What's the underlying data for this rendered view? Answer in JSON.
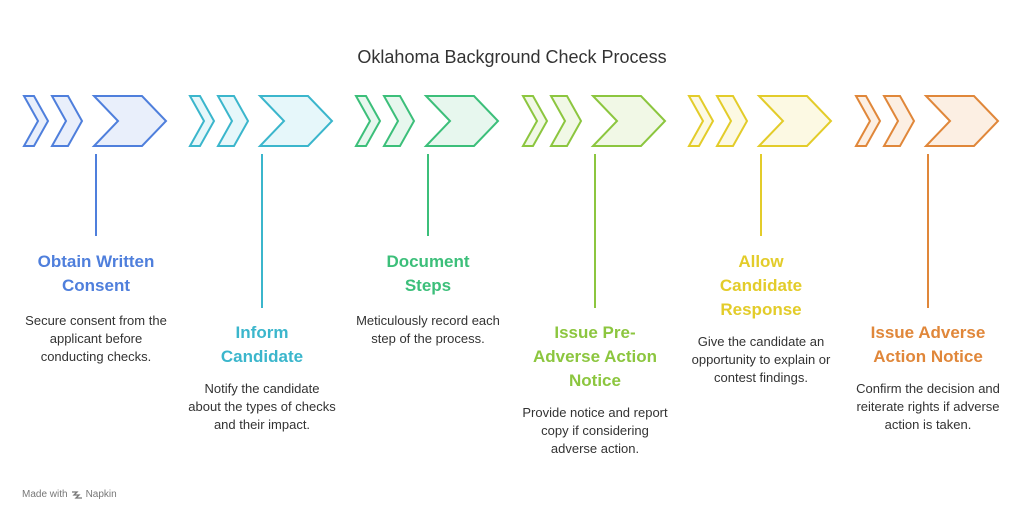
{
  "title": "Oklahoma Background Check Process",
  "steps": [
    {
      "heading": "Obtain Written Consent",
      "description": "Secure consent from the applicant before conducting checks.",
      "color": "#4f7fdc",
      "fill": "#e9effb"
    },
    {
      "heading": "Inform Candidate",
      "description": "Notify the candidate about the types of checks and their impact.",
      "color": "#3bb6cc",
      "fill": "#e6f7fa"
    },
    {
      "heading": "Document Steps",
      "description": "Meticulously record each step of the process.",
      "color": "#3cbf7a",
      "fill": "#e7f7ee"
    },
    {
      "heading": "Issue Pre-Adverse Action Notice",
      "description": "Provide notice and report copy if considering adverse action.",
      "color": "#8cc63f",
      "fill": "#f1f8e6"
    },
    {
      "heading": "Allow Candidate Response",
      "description": "Give the candidate an opportunity to explain or contest findings.",
      "color": "#e3cc2a",
      "fill": "#fcf9e3"
    },
    {
      "heading": "Issue Adverse Action Notice",
      "description": "Confirm the decision and reiterate rights if adverse action is taken.",
      "color": "#e0873a",
      "fill": "#fcefe3"
    }
  ],
  "footer": {
    "made_with": "Made with",
    "brand": "Napkin"
  }
}
